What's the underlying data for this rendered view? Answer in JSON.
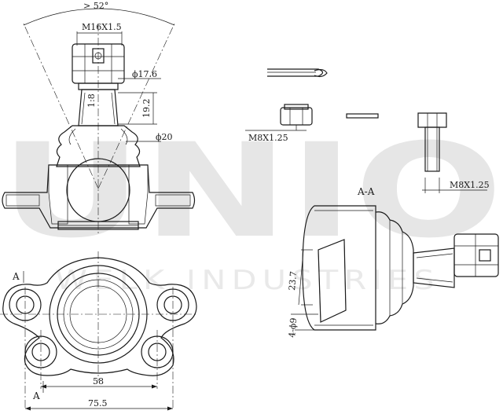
{
  "watermark": {
    "brand": "UNIO",
    "subtitle": "WELK INDUSTRIES"
  },
  "dimensions": {
    "angle": "> 52°",
    "thread_top": "M16X1.5",
    "dia_top": "ϕ17.6",
    "taper": "1:8",
    "height": "19.2",
    "dia_boot": "ϕ20",
    "nut_thread": "M8X1.25",
    "bolt_thread": "M8X1.25",
    "section_label": "A-A",
    "section_width": "23.7",
    "holes": "4-ϕ9",
    "hole_spacing": "58",
    "overall_width": "75.5",
    "cut_mark_top": "A",
    "cut_mark_bottom": "A"
  },
  "colors": {
    "line": "#1a1a1a",
    "watermark": "#e6e6e6"
  }
}
